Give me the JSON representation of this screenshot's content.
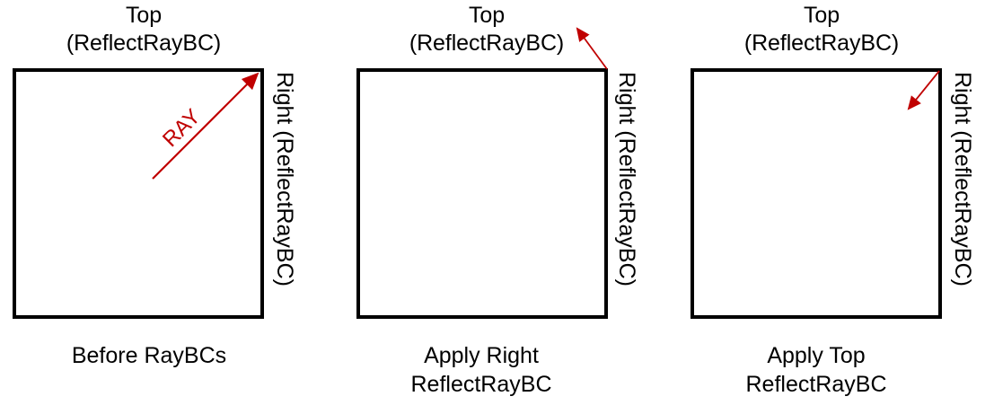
{
  "figure": {
    "title": "ReflectRayBC boundary condition illustration",
    "accent_color": "#C00000",
    "line_color": "#000000",
    "background": "#FFFFFF"
  },
  "panels": [
    {
      "id": "before-raybcs",
      "top_label": "Top\n(ReflectRayBC)",
      "right_label": "Right (ReflectRayBC)",
      "caption": "Before RayBCs",
      "ray": {
        "label": "RAY",
        "description": "ray travelling up-right inside domain toward top-right corner",
        "direction": "up-right",
        "head_location": "top-right-corner-inside"
      }
    },
    {
      "id": "apply-right-reflectraybc",
      "top_label": "Top\n(ReflectRayBC)",
      "right_label": "Right (ReflectRayBC)",
      "caption": "Apply Right\nReflectRayBC",
      "ray": {
        "label": "",
        "description": "ray reflected off right boundary, now pointing up-left outside the domain",
        "direction": "up-left",
        "head_location": "above-top-right-corner-outside"
      }
    },
    {
      "id": "apply-top-reflectraybc",
      "top_label": "Top\n(ReflectRayBC)",
      "right_label": "Right (ReflectRayBC)",
      "caption": "Apply Top\nReflectRayBC",
      "ray": {
        "label": "",
        "description": "ray reflected off top boundary, now pointing down-left back inside the domain",
        "direction": "down-left",
        "head_location": "inside-near-top-right-corner"
      }
    }
  ]
}
